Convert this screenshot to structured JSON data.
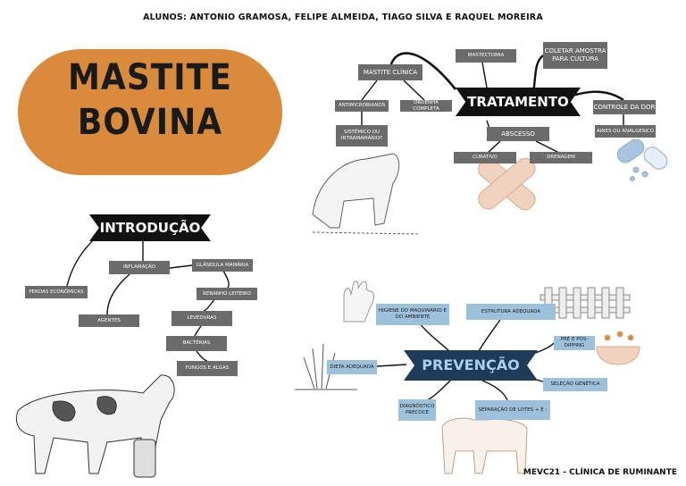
{
  "authors": "ALUNOS: ANTONIO GRAMOSA, FELIPE ALMEIDA, TIAGO SILVA E RAQUEL MOREIRA",
  "title": {
    "line1": "MASTITE",
    "line2": "BOVINA"
  },
  "introducao": {
    "label": "INTRODUÇÃO",
    "nodes": {
      "inflamacao": "INFLAMAÇÃO",
      "glandula": "GLÂNDULA MAMÁRIA",
      "perdas": "PERDAS ECONÔMICAS",
      "rebanho": "REBANHO LEITEIRO",
      "agentes": "AGENTES",
      "leveduras": "LEVEDURAS",
      "bacterias": "BACTÉRIAS",
      "fungos": "FUNGOS E ALGAS"
    }
  },
  "tratamento": {
    "label": "TRATAMENTO",
    "nodes": {
      "mastectomia": "MASTECTOMIA",
      "coletar": "COLETAR AMOSTRA PARA CULTURA",
      "mastite_clinica": "MASTITE CLÍNICA",
      "antimicrobianos": "ANTIMICROBIANOS",
      "ordenha": "ORDENHA COMPLETA",
      "controle_dor": "CONTROLE DA DOR",
      "aines": "AINES OU ANALGESICO",
      "sistemico": "SISTÊMICO OU INTRAMAMÁRIO?",
      "abscesso": "ABSCESSO",
      "curativo": "CURATIVO",
      "drenagem": "DRENAGEM"
    }
  },
  "prevencao": {
    "label": "PREVENÇÃO",
    "nodes": {
      "higiene": "HIGIENE DO MAQUINÁRIO E DO AMBIENTE",
      "estrutura": "ESTRUTURA ADEQUADA",
      "pre_pos": "PRÉ E PÓS-DIPPING",
      "dieta": "DIETA ADEQUADA",
      "selecao": "SELEÇÃO GENÉTICA",
      "diagnostico": "DIAGNÓSTICO PRECOCE",
      "separacao": "SEPARAÇÃO DE LOTES + E -"
    }
  },
  "footer": "MEVC21 - CLÍNICA DE RUMINANTE",
  "colors": {
    "orange": "#d98a3a",
    "dark": "#111111",
    "gray": "#6b6b6b",
    "blue": "#9ec1db",
    "navy": "#1f3b5a"
  }
}
